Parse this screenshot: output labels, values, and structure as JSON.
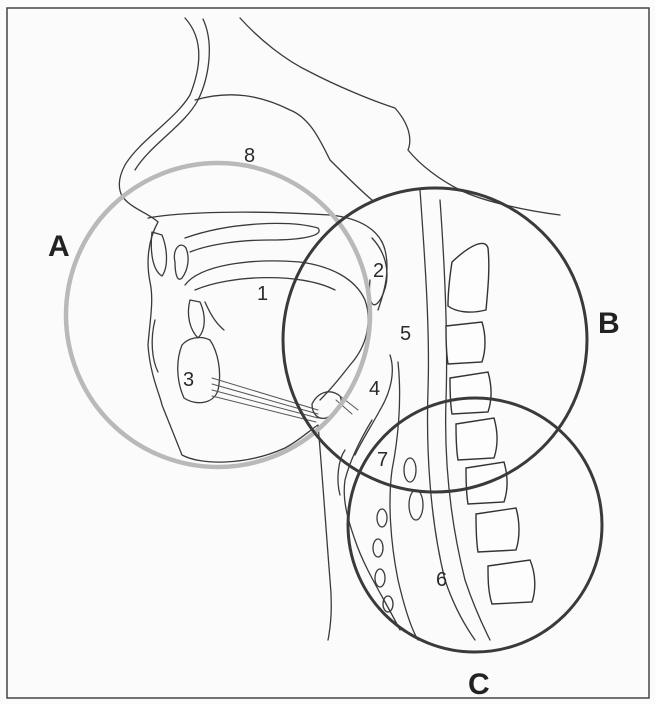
{
  "regions": [
    {
      "id": "A",
      "label": "A",
      "color": "#b9b9b9"
    },
    {
      "id": "B",
      "label": "B",
      "color": "#3a3a3a"
    },
    {
      "id": "C",
      "label": "C",
      "color": "#3a3a3a"
    }
  ],
  "numbers": [
    "1",
    "2",
    "3",
    "4",
    "5",
    "6",
    "7",
    "8"
  ]
}
